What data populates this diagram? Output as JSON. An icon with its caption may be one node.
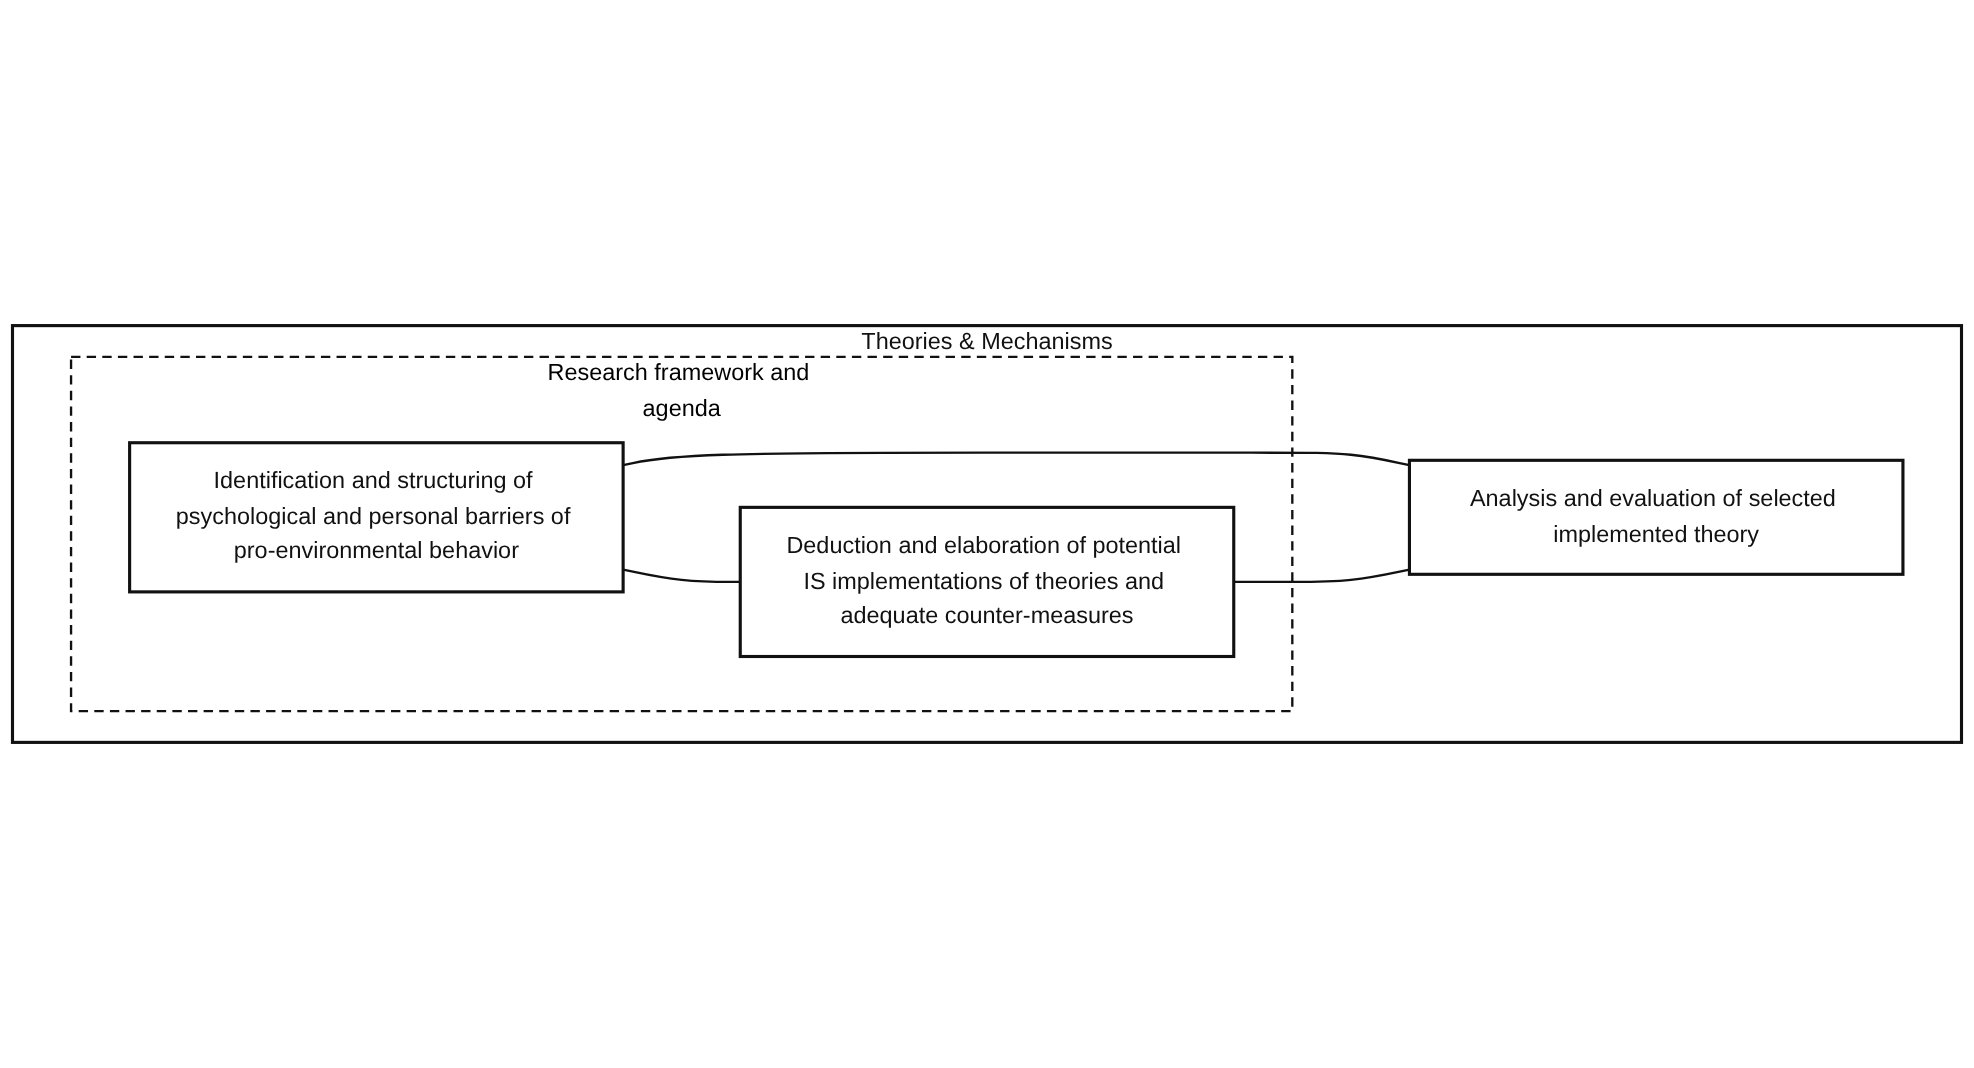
{
  "diagram": {
    "nodes": [
      {
        "text": [
          "Theories & Mechanisms"
        ]
      },
      {
        "text": [
          "Research framework and agenda"
        ],
        "in": 0
      },
      {
        "text": [
          "Identification and structuring of psychological and personal barriers of pro-environmental behavior"
        ],
        "in": 1
      },
      {
        "text": [
          "Deduction and elaboration of potential IS implementations of theories and adequate counter-measures"
        ],
        "in": 1
      },
      {
        "text": [
          "Analysis and evaluation of selected implemented theory"
        ],
        "in": 0
      }
    ],
    "edges": [
      {
        "from": 2,
        "to": 3,
        "arrow": "none"
      },
      {
        "from": 2,
        "to": 4,
        "arrow": "none"
      },
      {
        "from": 3,
        "to": 4,
        "arrow": "none"
      }
    ]
  }
}
